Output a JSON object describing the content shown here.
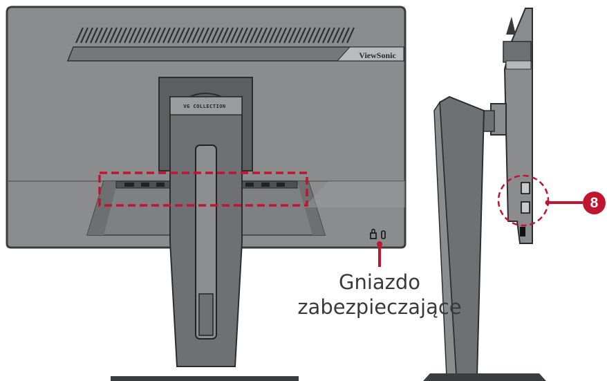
{
  "brand_logo": "ViewSonic",
  "stand_label": "VG COLLECTION",
  "security_slot_label": {
    "line1": "Gniazdo",
    "line2": "zabezpieczające"
  },
  "port_callout_number": "8",
  "colors": {
    "highlight": "#c0142f",
    "monitor_body": "#8a8c8e",
    "monitor_edge": "#3c3c3c",
    "stand": "#6e7073"
  },
  "icons": [
    "lock-icon",
    "usb-icon"
  ]
}
